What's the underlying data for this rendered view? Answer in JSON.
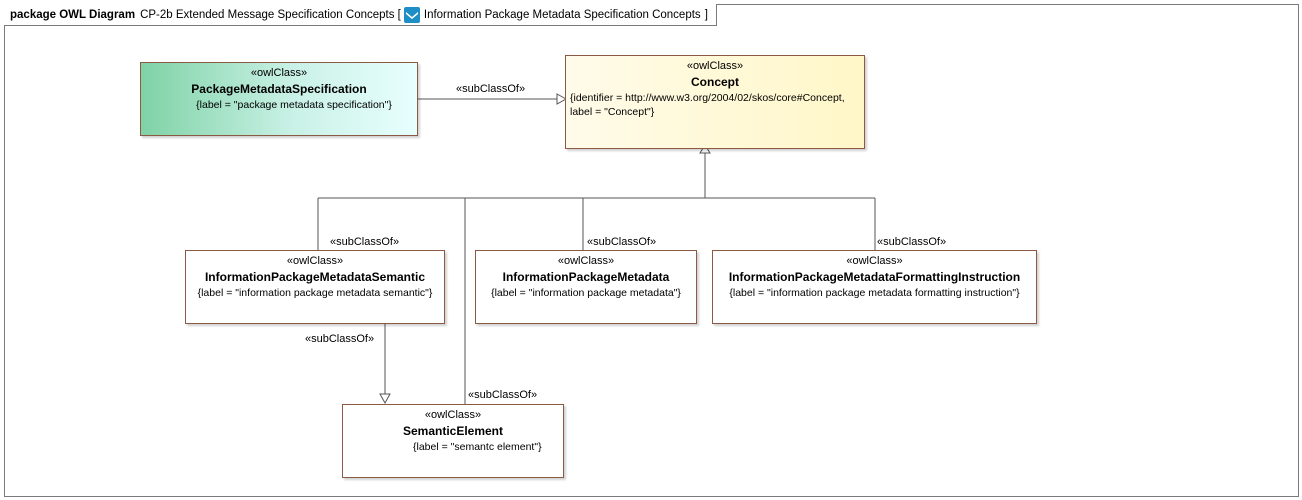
{
  "header": {
    "keyword": "package OWL Diagram",
    "title_prefix": "CP-2b Extended Message Specification Concepts [",
    "title_context": "Information Package Metadata Specification Concepts",
    "title_suffix": "]"
  },
  "classes": {
    "package_metadata_specification": {
      "stereotype": "«owlClass»",
      "name": "PackageMetadataSpecification",
      "tagged_value": "{label = \"package metadata specification\"}"
    },
    "concept": {
      "stereotype": "«owlClass»",
      "name": "Concept",
      "tagged_value_1": "{identifier = http://www.w3.org/2004/02/skos/core#Concept,",
      "tagged_value_2": "label = \"Concept\"}"
    },
    "information_package_metadata_semantic": {
      "stereotype": "«owlClass»",
      "name": "InformationPackageMetadataSemantic",
      "tagged_value": "{label = \"information package metadata semantic\"}"
    },
    "information_package_metadata": {
      "stereotype": "«owlClass»",
      "name": "InformationPackageMetadata",
      "tagged_value": "{label = \"information package metadata\"}"
    },
    "information_package_metadata_formatting_instruction": {
      "stereotype": "«owlClass»",
      "name": "InformationPackageMetadataFormattingInstruction",
      "tagged_value": "{label = \"information package metadata formatting instruction\"}"
    },
    "semantic_element": {
      "stereotype": "«owlClass»",
      "name": "SemanticElement",
      "tagged_value": "{label = \"semantc element\"}"
    }
  },
  "relations": {
    "pms_to_concept": "«subClassOf»",
    "ipms_to_concept": "«subClassOf»",
    "ipm_to_concept": "«subClassOf»",
    "ipmfi_to_concept": "«subClassOf»",
    "ipms_to_semantic_element": "«subClassOf»",
    "semantic_element_to_concept": "«subClassOf»"
  },
  "colors": {
    "border": "#8a5a44",
    "frame": "#7a7a7a",
    "pms_fill": "#7fd2a6",
    "concept_fill": "#fff7c8",
    "icon": "#1e8fc6"
  },
  "icons": {
    "context": "diagram-icon"
  }
}
